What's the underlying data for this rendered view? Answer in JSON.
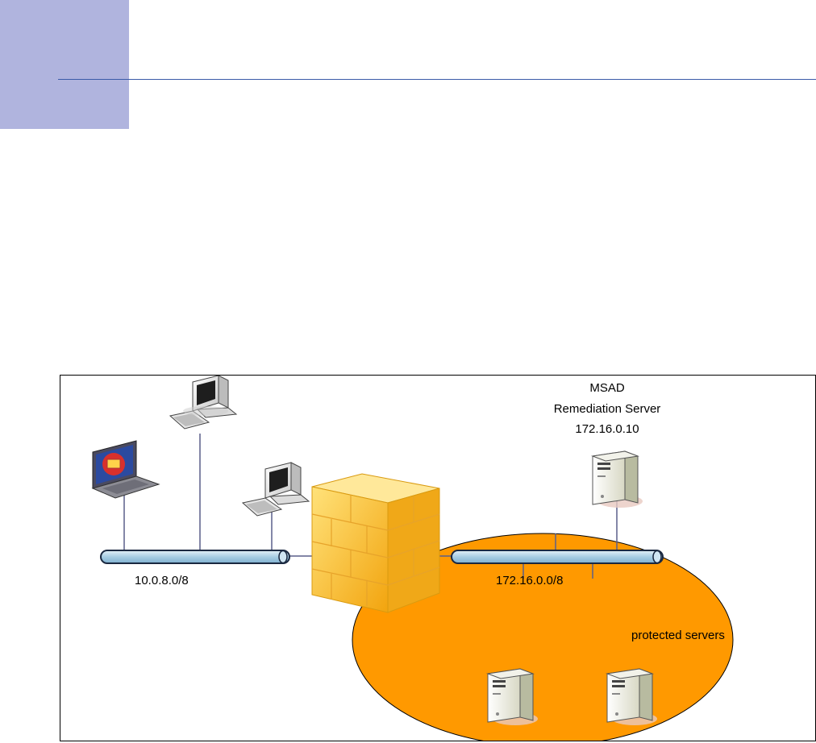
{
  "colors": {
    "header_block": "#b0b4de",
    "header_rule": "#3a5aa8",
    "bus_fill": "#b8d6e8",
    "protected_zone": "#ff9900",
    "firewall": "#f6b21a"
  },
  "icons": {
    "laptop": "laptop-icon",
    "workstation": "desktop-computer-icon",
    "firewall": "firewall-brick-wall-icon",
    "server": "tower-server-icon"
  },
  "diagram": {
    "remediation_server": {
      "name": "MSAD",
      "role": "Remediation Server",
      "ip": "172.16.0.10"
    },
    "client_network": {
      "subnet": "10.0.8.0/8"
    },
    "server_network": {
      "subnet": "172.16.0.0/8"
    },
    "protected_zone": {
      "label": "protected servers"
    }
  }
}
